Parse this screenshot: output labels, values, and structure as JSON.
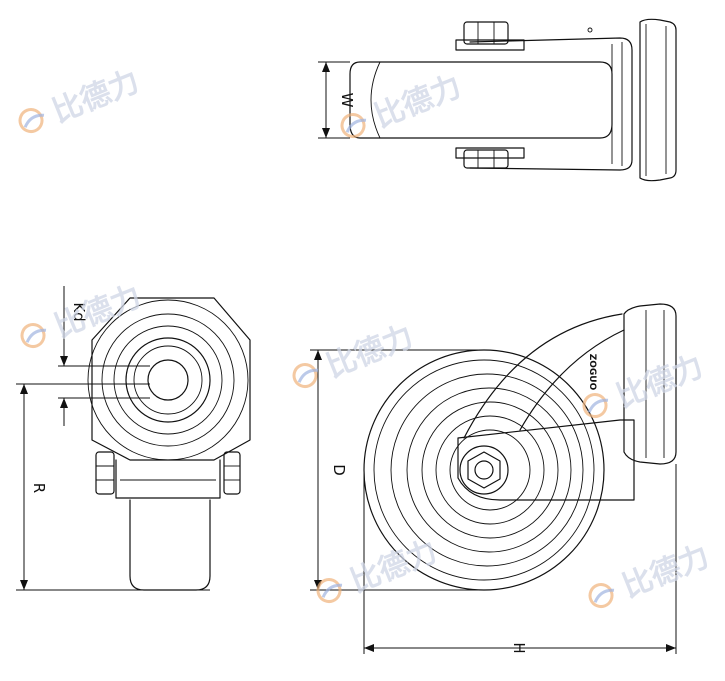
{
  "dimension_labels": {
    "width": "W",
    "bore": "Kd",
    "offset": "R",
    "diameter": "D",
    "height": "H"
  },
  "brand_mark": "ZOGUO",
  "watermark": {
    "text": "比德力",
    "colors": {
      "swoosh_orange": "#f0b27a",
      "swoosh_blue": "#9fb4e0",
      "text": "#cfd6e6"
    }
  },
  "line_color": "#111111"
}
